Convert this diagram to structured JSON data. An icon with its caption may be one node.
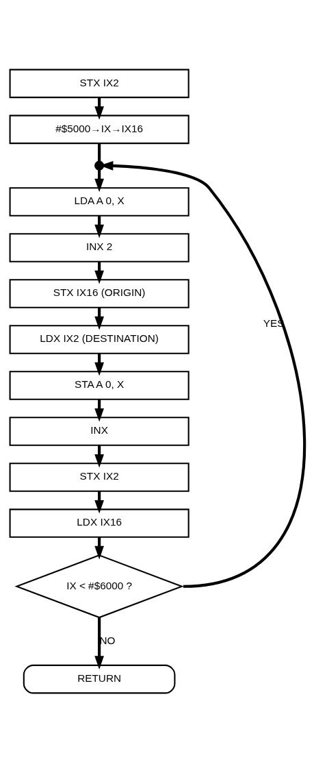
{
  "diagram": {
    "nodes": [
      {
        "text": [
          "STX IX2"
        ]
      },
      {
        "text": [
          "#$5000→IX→IX16"
        ]
      },
      {
        "text": [],
        "shape": "circle"
      },
      {
        "text": [
          "LDA A 0, X"
        ]
      },
      {
        "text": [
          "INX 2"
        ]
      },
      {
        "text": [
          "STX IX16 (ORIGIN)"
        ]
      },
      {
        "text": [
          "LDX IX2 (DESTINATION)"
        ]
      },
      {
        "text": [
          "STA A 0, X"
        ]
      },
      {
        "text": [
          "INX"
        ]
      },
      {
        "text": [
          "STX IX2"
        ]
      },
      {
        "text": [
          "LDX IX16"
        ]
      },
      {
        "text": [
          "IX < #$6000 ?"
        ]
      },
      {
        "text": [
          "RETURN"
        ]
      }
    ],
    "edges": [
      {
        "from": 0,
        "to": 1,
        "arrow": "to"
      },
      {
        "from": 1,
        "to": 2,
        "arrow": "none"
      },
      {
        "from": 2,
        "to": 3,
        "arrow": "to"
      },
      {
        "from": 3,
        "to": 4,
        "arrow": "to"
      },
      {
        "from": 4,
        "to": 5,
        "arrow": "to"
      },
      {
        "from": 5,
        "to": 6,
        "arrow": "to"
      },
      {
        "from": 6,
        "to": 7,
        "arrow": "to"
      },
      {
        "from": 7,
        "to": 8,
        "arrow": "to"
      },
      {
        "from": 8,
        "to": 9,
        "arrow": "to"
      },
      {
        "from": 9,
        "to": 10,
        "arrow": "to"
      },
      {
        "from": 10,
        "to": 11,
        "arrow": "to"
      },
      {
        "from": 11,
        "to": 12,
        "arrow": "to",
        "label": "NO"
      },
      {
        "from": 11,
        "to": 2,
        "arrow": "to",
        "label": "YES"
      }
    ]
  }
}
